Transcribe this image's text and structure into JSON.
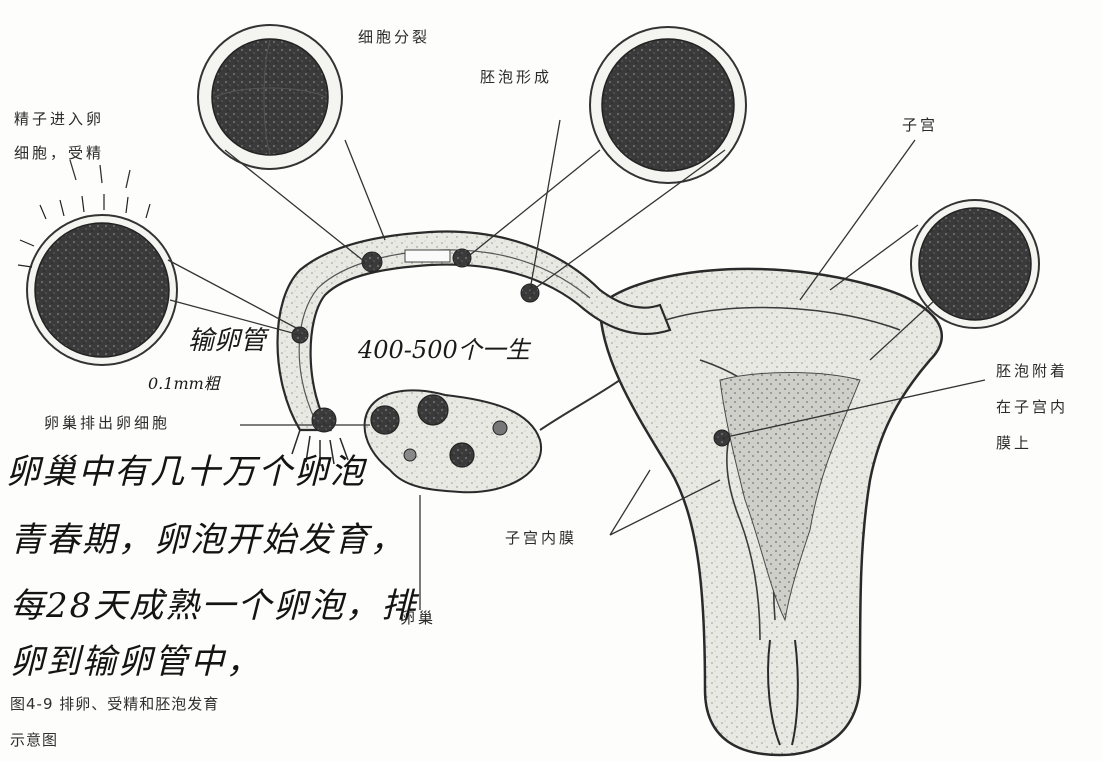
{
  "labels": {
    "cleavage": "细胞分裂",
    "blastocyst_forming": "胚泡形成",
    "uterus": "子宫",
    "sperm_enter_line1": "精子进入卵",
    "sperm_enter_line2": "细胞，受精",
    "ovulation": "卵巢排出卵细胞",
    "implant_line1": "胚泡附着",
    "implant_line2": "在子宫内",
    "implant_line3": "膜上",
    "endometrium": "子宫内膜",
    "ovary": "卵巢"
  },
  "handwriting": {
    "tube_note": "输卵管",
    "tube_size": "0.1mm粗",
    "tube_length": "400-500个一生",
    "line1": "卵巢中有几十万个卵泡",
    "line2": "青春期，卵泡开始发育，",
    "line3": "每28天成熟一个卵泡，排",
    "line4": "卵到输卵管中，"
  },
  "caption": {
    "line1": "图4-9 排卵、受精和胚泡发育",
    "line2": "示意图"
  }
}
